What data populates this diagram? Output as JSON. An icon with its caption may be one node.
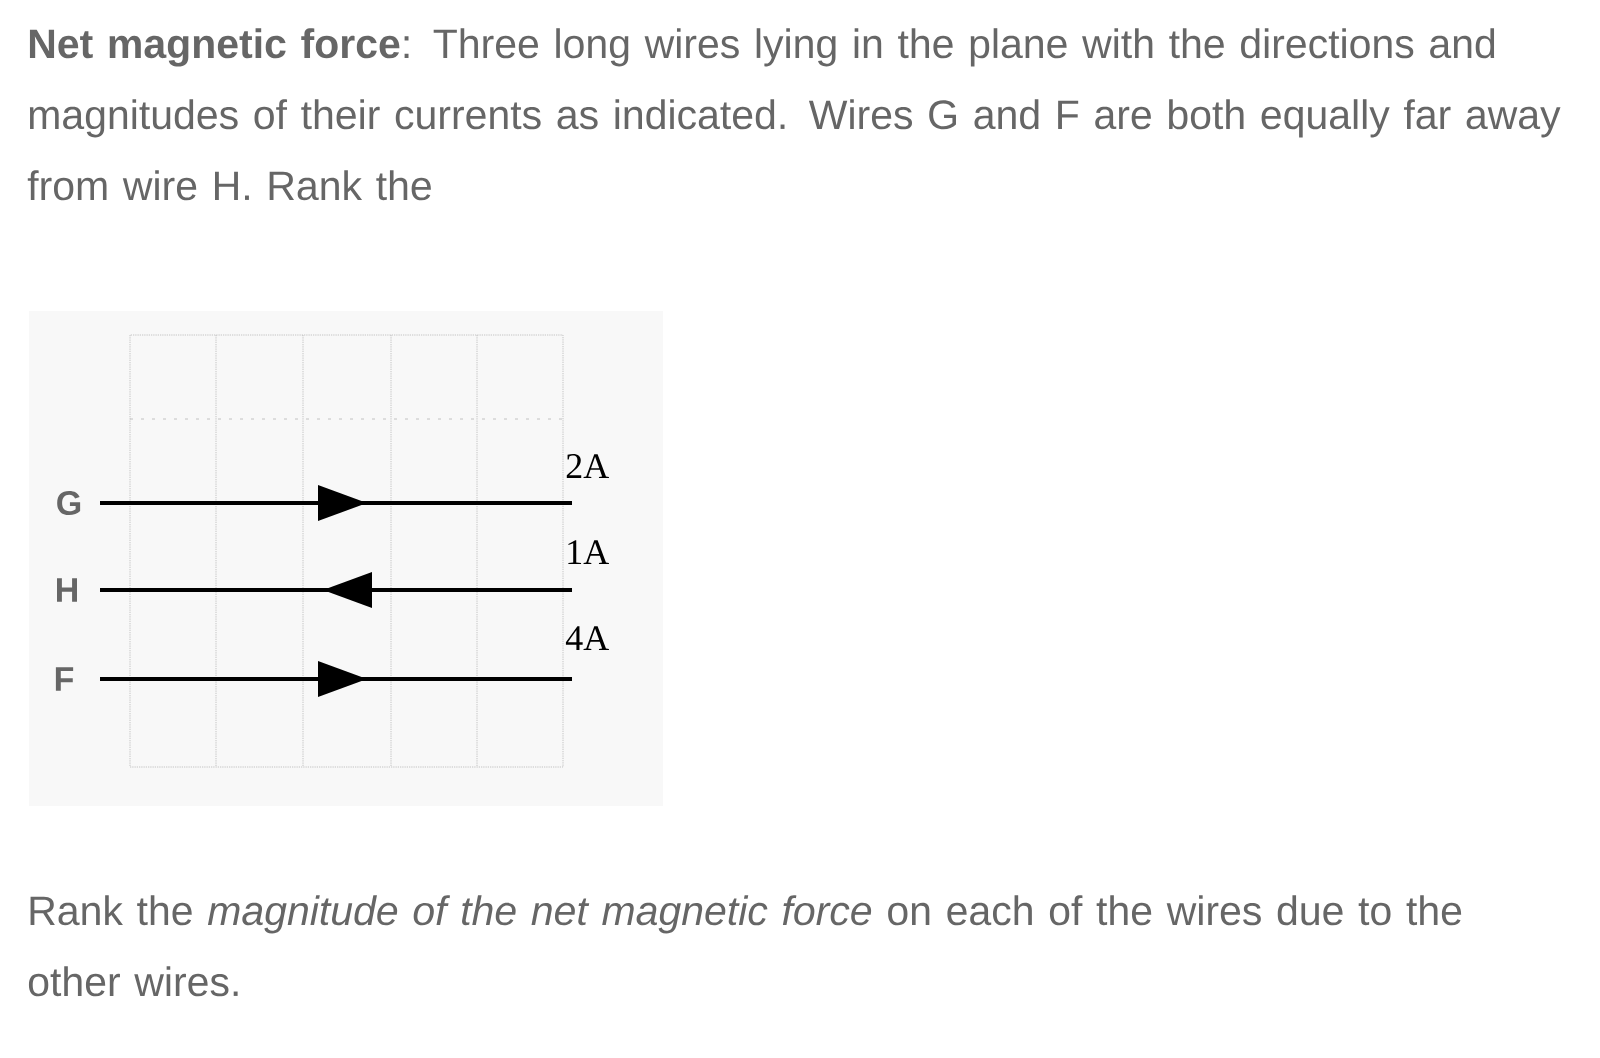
{
  "diagram": {
    "labels": [
      "**Net magnetic force**: Three long wires lying in the plane with the directions and magnitudes of their currents as indicated. Wires G and F are both equally far away from wire H. Rank the",
      "2A",
      "G",
      "1A",
      "H",
      "4A",
      "F",
      "Rank the *magnitude of the net magnetic force* on each of the wires due to the other wires."
    ]
  }
}
